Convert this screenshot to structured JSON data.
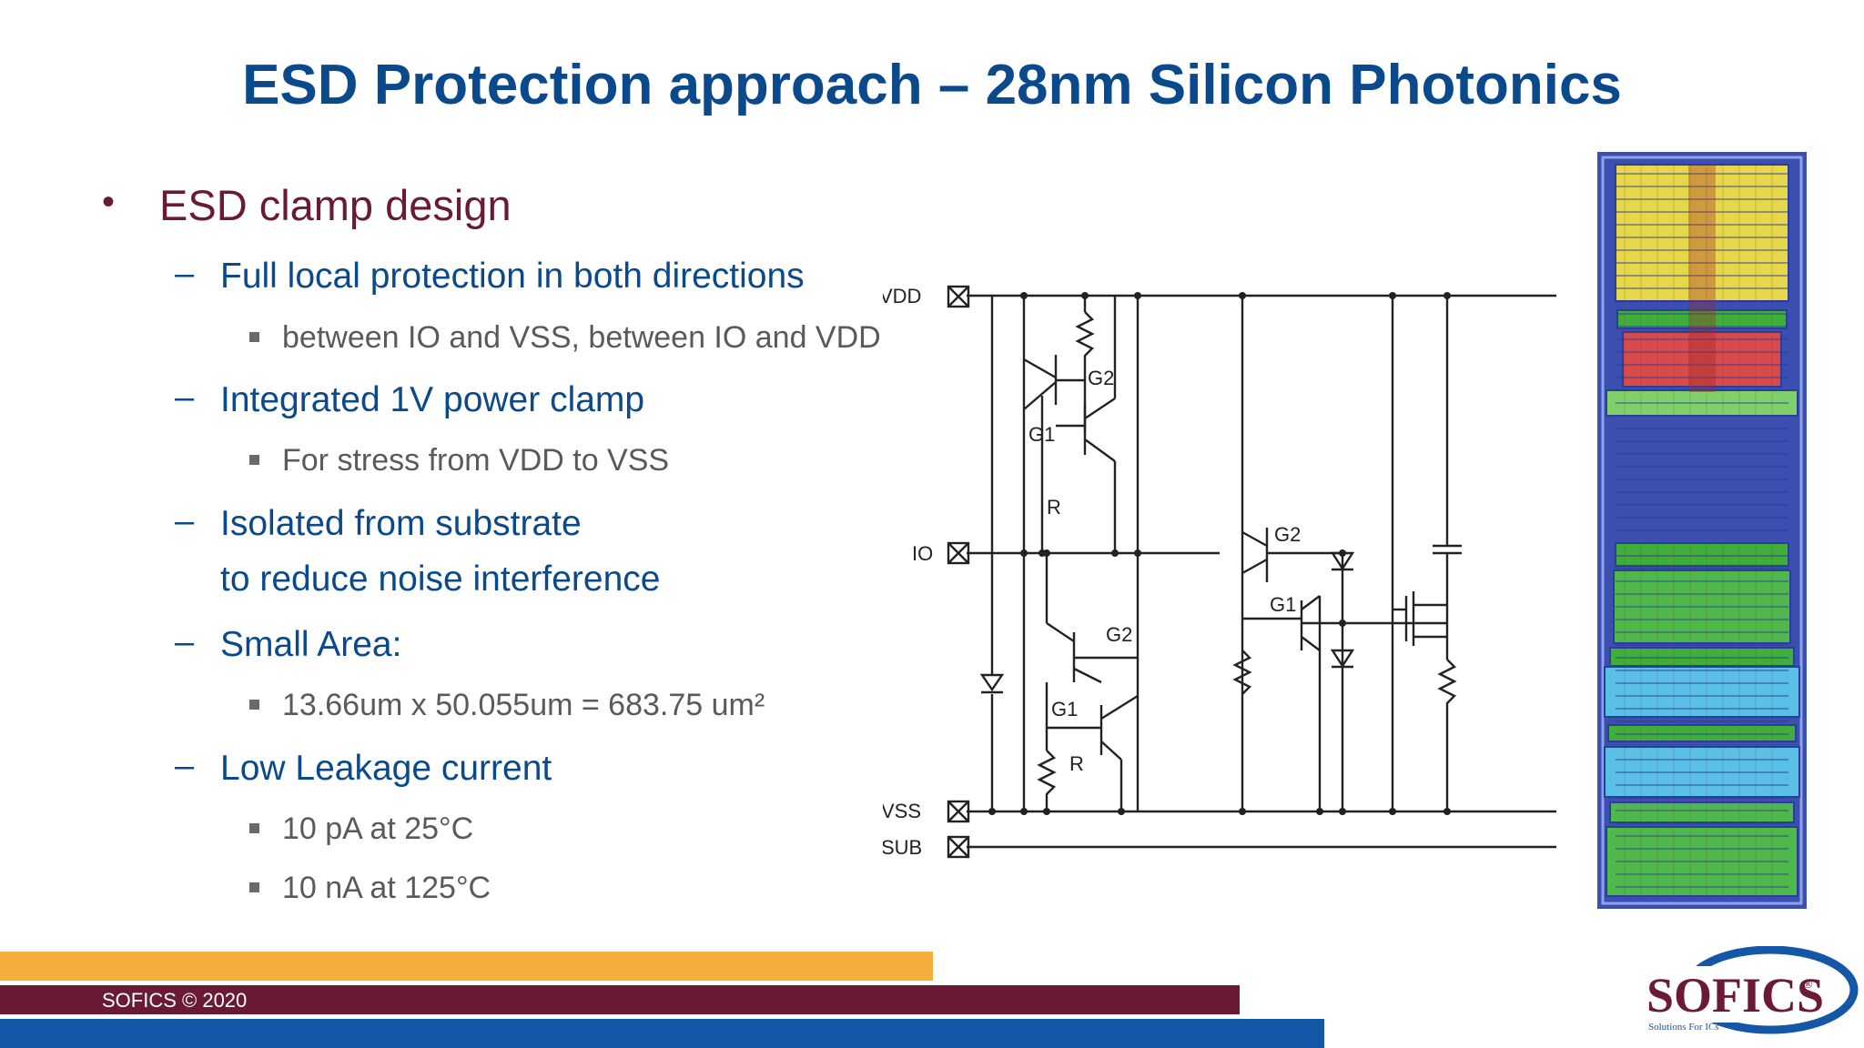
{
  "title": "ESD Protection approach – 28nm Silicon Photonics",
  "bullets": {
    "b1": "ESD clamp design",
    "b1_1": "Full local protection in both directions",
    "b1_1_1": "between IO and VSS, between IO and VDD",
    "b1_2": "Integrated 1V power clamp",
    "b1_2_1": "For stress from VDD to VSS",
    "b1_3a": "Isolated from substrate",
    "b1_3b": "to reduce noise interference",
    "b1_4": "Small Area:",
    "b1_4_1": "13.66um x 50.055um = 683.75 um²",
    "b1_5": "Low Leakage current",
    "b1_5_1": "10 pA at 25°C",
    "b1_5_2": "10 nA at 125°C"
  },
  "schematic": {
    "pins": {
      "vdd": "VDD",
      "io": "IO",
      "vss": "VSS",
      "sub": "SUB"
    },
    "labels": {
      "g1": "G1",
      "g2": "G2",
      "r": "R"
    }
  },
  "footer": {
    "copyright": "SOFICS © 2020",
    "logo_text": "SOFICS",
    "logo_reg": "®",
    "logo_tagline": "Solutions For ICs"
  },
  "colors": {
    "title_blue": "#0a4a8c",
    "maroon": "#6b1a33",
    "orange": "#f5ad3c",
    "footer_blue": "#1457a6"
  }
}
